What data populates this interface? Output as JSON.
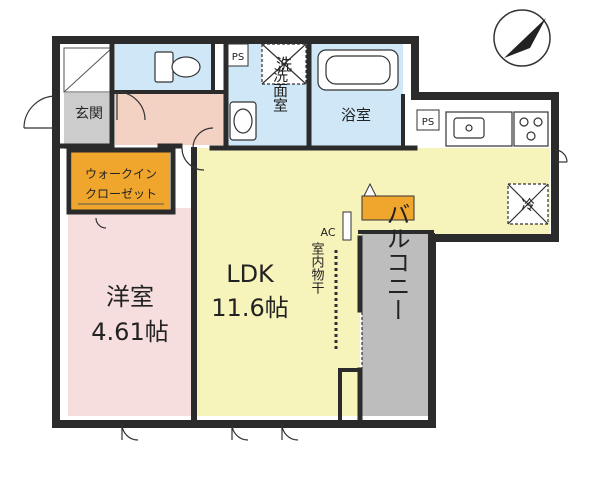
{
  "rooms": {
    "genkan": "玄関",
    "walkin_line1": "ウォークイン",
    "walkin_line2": "クローゼット",
    "senmen_v": "洗面室",
    "bath": "浴室",
    "western_name": "洋室",
    "western_size": "4.61帖",
    "ldk_name": "LDK",
    "ldk_size": "11.6帖",
    "drying_v": "室内物干",
    "balcony_v": "バルコニー"
  },
  "fixtures": {
    "ps": "PS",
    "ac": "AC",
    "washer": "洗",
    "fridge": "冷"
  },
  "colors": {
    "ldk": "#f6f3bb",
    "western": "#f6dede",
    "bath": "#cfe7f6",
    "entrance_floor": "#f3d2c4",
    "closet": "#f0a62d",
    "balcony": "#bdbdbd",
    "genkan": "#cccccc",
    "wall": "#2b2b2b"
  }
}
